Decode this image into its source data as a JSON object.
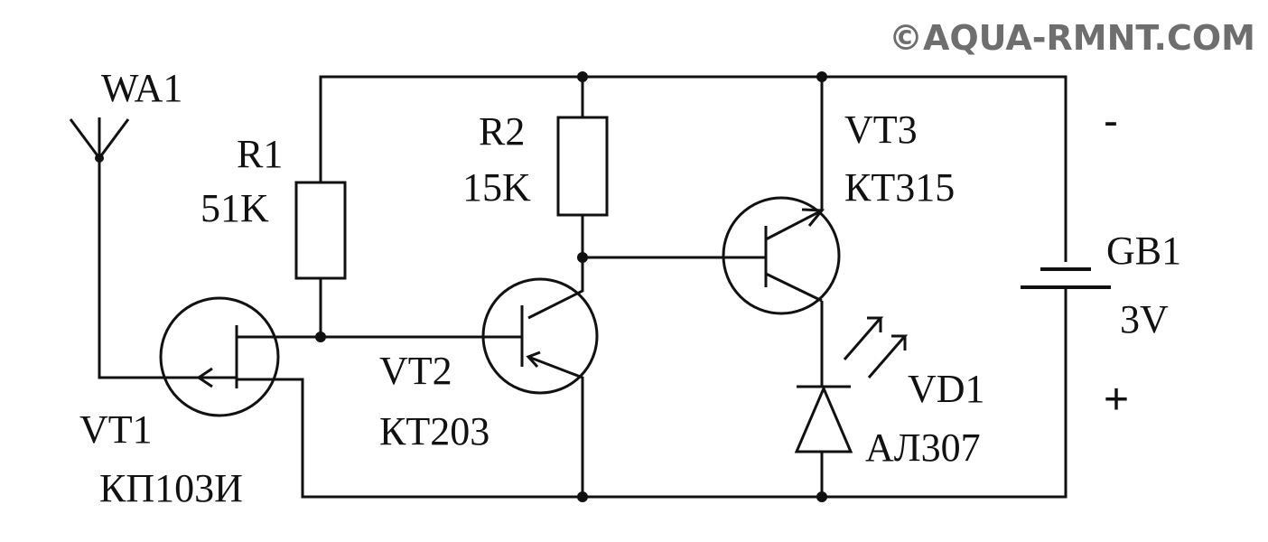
{
  "watermark": "©AQUA-RMNT.COM",
  "components": {
    "antenna": {
      "ref": "WA1"
    },
    "r1": {
      "ref": "R1",
      "value": "51K"
    },
    "r2": {
      "ref": "R2",
      "value": "15K"
    },
    "vt1": {
      "ref": "VT1",
      "type": "КП103И"
    },
    "vt2": {
      "ref": "VT2",
      "type": "КТ203"
    },
    "vt3": {
      "ref": "VT3",
      "type": "КТ315"
    },
    "vd1": {
      "ref": "VD1",
      "type": "АЛ307"
    },
    "battery": {
      "ref": "GB1",
      "voltage": "3V"
    }
  },
  "polarity": {
    "negative": "-",
    "positive": "+"
  },
  "colors": {
    "ink": "#111111",
    "watermark": "#6e6e6e",
    "background": "#ffffff"
  }
}
